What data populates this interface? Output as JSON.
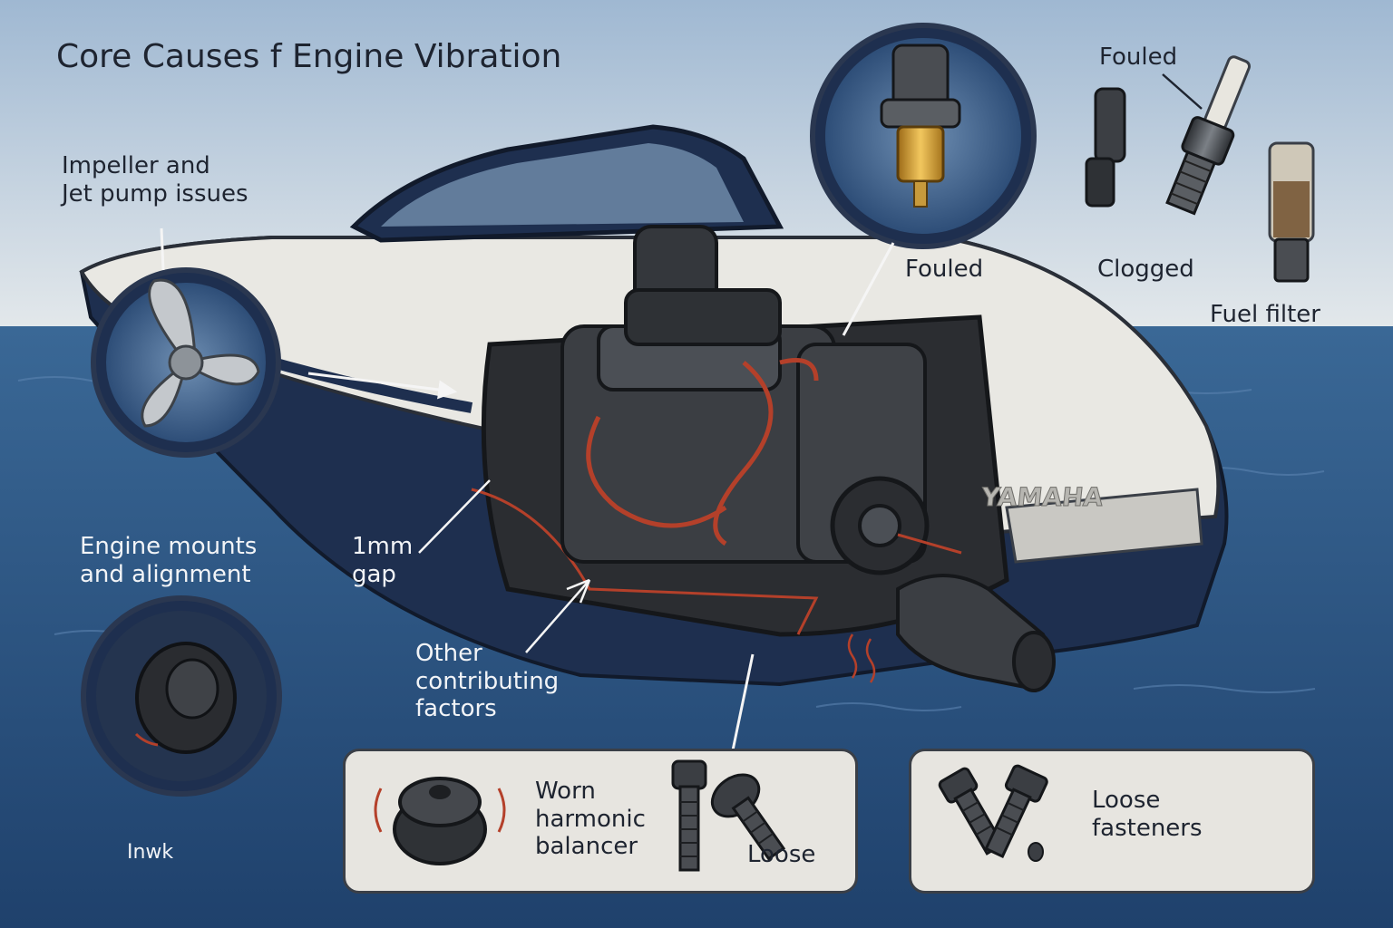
{
  "title": "Core Causes f Engine Vibration",
  "labels": {
    "impeller_line1": "Impeller and",
    "impeller_line2": "Jet pump issues",
    "mounts_line1": "Engine mounts",
    "mounts_line2": "and alignment",
    "inset_caption": "Inwk",
    "gap_line1": "1mm",
    "gap_line2": "gap",
    "other_line1": "Other",
    "other_line2": "contributing",
    "other_line3": "factors",
    "fouled_plug": "Fouled",
    "fouled_top": "Fouled",
    "clogged": "Clogged",
    "fuel_filter": "Fuel filter",
    "brand": "YAMAHA"
  },
  "boxes": {
    "left": {
      "balancer_line1": "Worn",
      "balancer_line2": "harmonic",
      "balancer_line3": "balancer",
      "loose": "Loose"
    },
    "right": {
      "fasteners_line1": "Loose",
      "fasteners_line2": "fasteners"
    }
  },
  "colors": {
    "sky_top": "#9fb8d2",
    "sky_bottom": "#dfe6ea",
    "sea": "#2f5b8e",
    "sea_deep": "#1f416c",
    "hull": "#e9e8e3",
    "hull_stripe": "#1e2f4f",
    "engine": "#3b3e43",
    "hose": "#b4402a",
    "brass": "#d9a43b"
  }
}
